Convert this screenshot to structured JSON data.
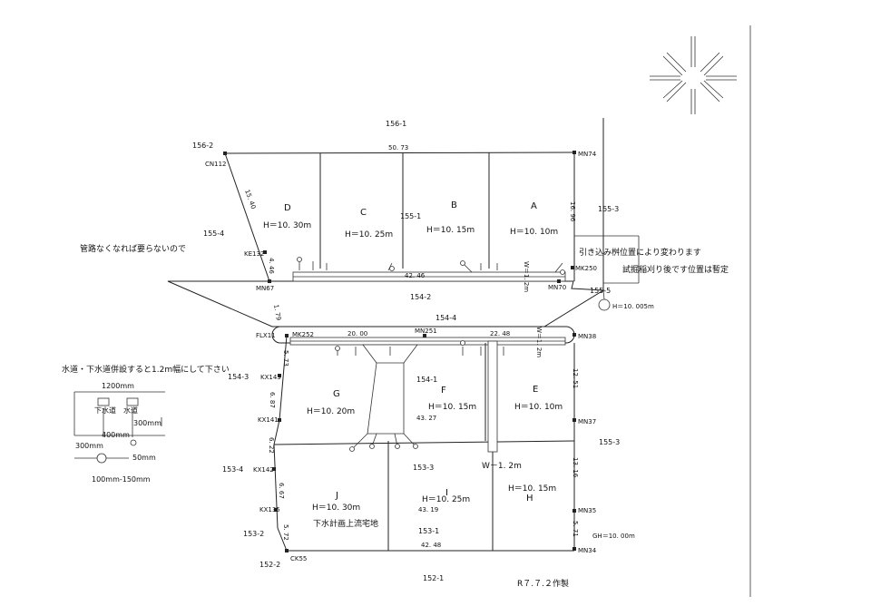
{
  "parcels_outside": {
    "p156_1": "156-1",
    "p156_2": "156-2",
    "p155_4": "155-4",
    "p155_3_top": "155-3",
    "p155_5": "155-5",
    "p154_3": "154-3",
    "p155_3_mid": "155-3",
    "p153_4": "153-4",
    "p153_2": "153-2",
    "p152_2": "152-2",
    "p152_1": "152-1",
    "p155_1": "155-1",
    "p154_2": "154-2",
    "p154_4": "154-4",
    "p154_1": "154-1",
    "p153_3": "153-3",
    "p153_1": "153-1"
  },
  "lots": {
    "A": {
      "label": "A",
      "height": "H＝10. 10m"
    },
    "B": {
      "label": "B",
      "height": "H＝10. 15m"
    },
    "C": {
      "label": "C",
      "height": "H＝10. 25m"
    },
    "D": {
      "label": "D",
      "height": "H＝10. 30m"
    },
    "E": {
      "label": "E",
      "height": "H＝10. 10m"
    },
    "F": {
      "label": "F",
      "height": "H＝10. 15m"
    },
    "G": {
      "label": "G",
      "height": "H＝10. 20m"
    },
    "H": {
      "label": "H",
      "height": "H＝10. 15m"
    },
    "I": {
      "label": "I",
      "height": "H＝10. 25m"
    },
    "J": {
      "label": "J",
      "height": "H＝10. 30m"
    }
  },
  "dimensions": {
    "top_width": "50. 73",
    "right_upper": "16. 96",
    "left_upper": "15. 40",
    "left_small": "4. 46",
    "road_inner": "42. 46",
    "w_upper": "W＝1. 2m",
    "d_179": "1. 79",
    "d_573": "5. 73",
    "d_687": "6. 87",
    "d_622": "6. 22",
    "d_667": "6. 67",
    "d_572": "5. 72",
    "d_2000": "20. 00",
    "d_2248": "22. 48",
    "w_right": "W＝1. 2m",
    "d_1251": "12. 51",
    "d_1316": "13. 16",
    "d_571": "5. 71",
    "bottom_width": "42. 48",
    "val_4327": "43. 27",
    "val_4319": "43. 19",
    "w_lower": "W－1. 2m"
  },
  "markers": {
    "cn112": "CN112",
    "ke132": "KE132",
    "mn67": "MN67",
    "mn74": "MN74",
    "mk250": "MK250",
    "mn70": "MN70",
    "flx": "FLX11",
    "mk252": "MK252",
    "mn251": "MN251",
    "mn38": "MN38",
    "kx143": "KX143",
    "kx141": "KX141",
    "kx142": "KX142",
    "mn37": "MN37",
    "kx135": "KX135",
    "mn35": "MN35",
    "ck55": "CK55",
    "mn34": "MN34"
  },
  "notes": {
    "no_pipe": "管路なくなれば要らないので",
    "pull_in": "引き込み桝位置により変わります",
    "trial_dig": "試掘稲刈り後です位置は暫定",
    "h_10005": "H＝10. 005m",
    "gh": "GH＝10. 00m",
    "sewer_plan": "下水計画上流宅地",
    "water_combo": "水道・下水道併設すると1.2m幅にして下さい",
    "author_date": "R７.７.２作製"
  },
  "legend": {
    "width_1200": "1200mm",
    "sewer": "下水道",
    "water": "水道",
    "w300_right": "300mm",
    "w400": "400mm",
    "w300_left": "300mm",
    "d50": "50mm",
    "range": "100mm-150mm"
  }
}
